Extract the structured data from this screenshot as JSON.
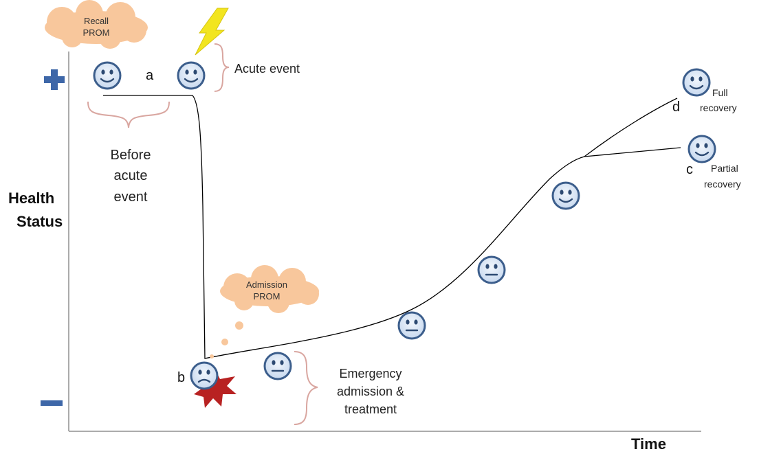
{
  "y_axis": {
    "label_line1": "Health",
    "label_line2": "Status",
    "plus_symbol": "+",
    "minus_symbol": "−"
  },
  "x_axis": {
    "label": "Time"
  },
  "clouds": {
    "recall": {
      "line1": "Recall",
      "line2": "PROM"
    },
    "admission": {
      "line1": "Admission",
      "line2": "PROM"
    }
  },
  "annotations": {
    "acute_event": "Acute event",
    "before_line1": "Before",
    "before_line2": "acute",
    "before_line3": "event",
    "emergency_line1": "Emergency",
    "emergency_line2": "admission &",
    "emergency_line3": "treatment",
    "full_line1": "Full",
    "full_line2": "recovery",
    "partial_line1": "Partial",
    "partial_line2": "recovery"
  },
  "points": {
    "a": "a",
    "b": "b",
    "c": "c",
    "d": "d"
  },
  "colors": {
    "face_fill": "#dbe7f5",
    "face_stroke": "#3c5e8c",
    "cloud_fill": "#f8c79c",
    "brace": "#d9a6a0",
    "lightning": "#f2e51f",
    "burst": "#b82222",
    "plus": "#3e67a8",
    "minus": "#3e67a8",
    "axis": "#8f8f8f",
    "curve": "#000000"
  },
  "icons": [
    "smiley-face-icon",
    "neutral-face-icon",
    "sad-face-icon",
    "lightning-icon",
    "burst-icon"
  ]
}
